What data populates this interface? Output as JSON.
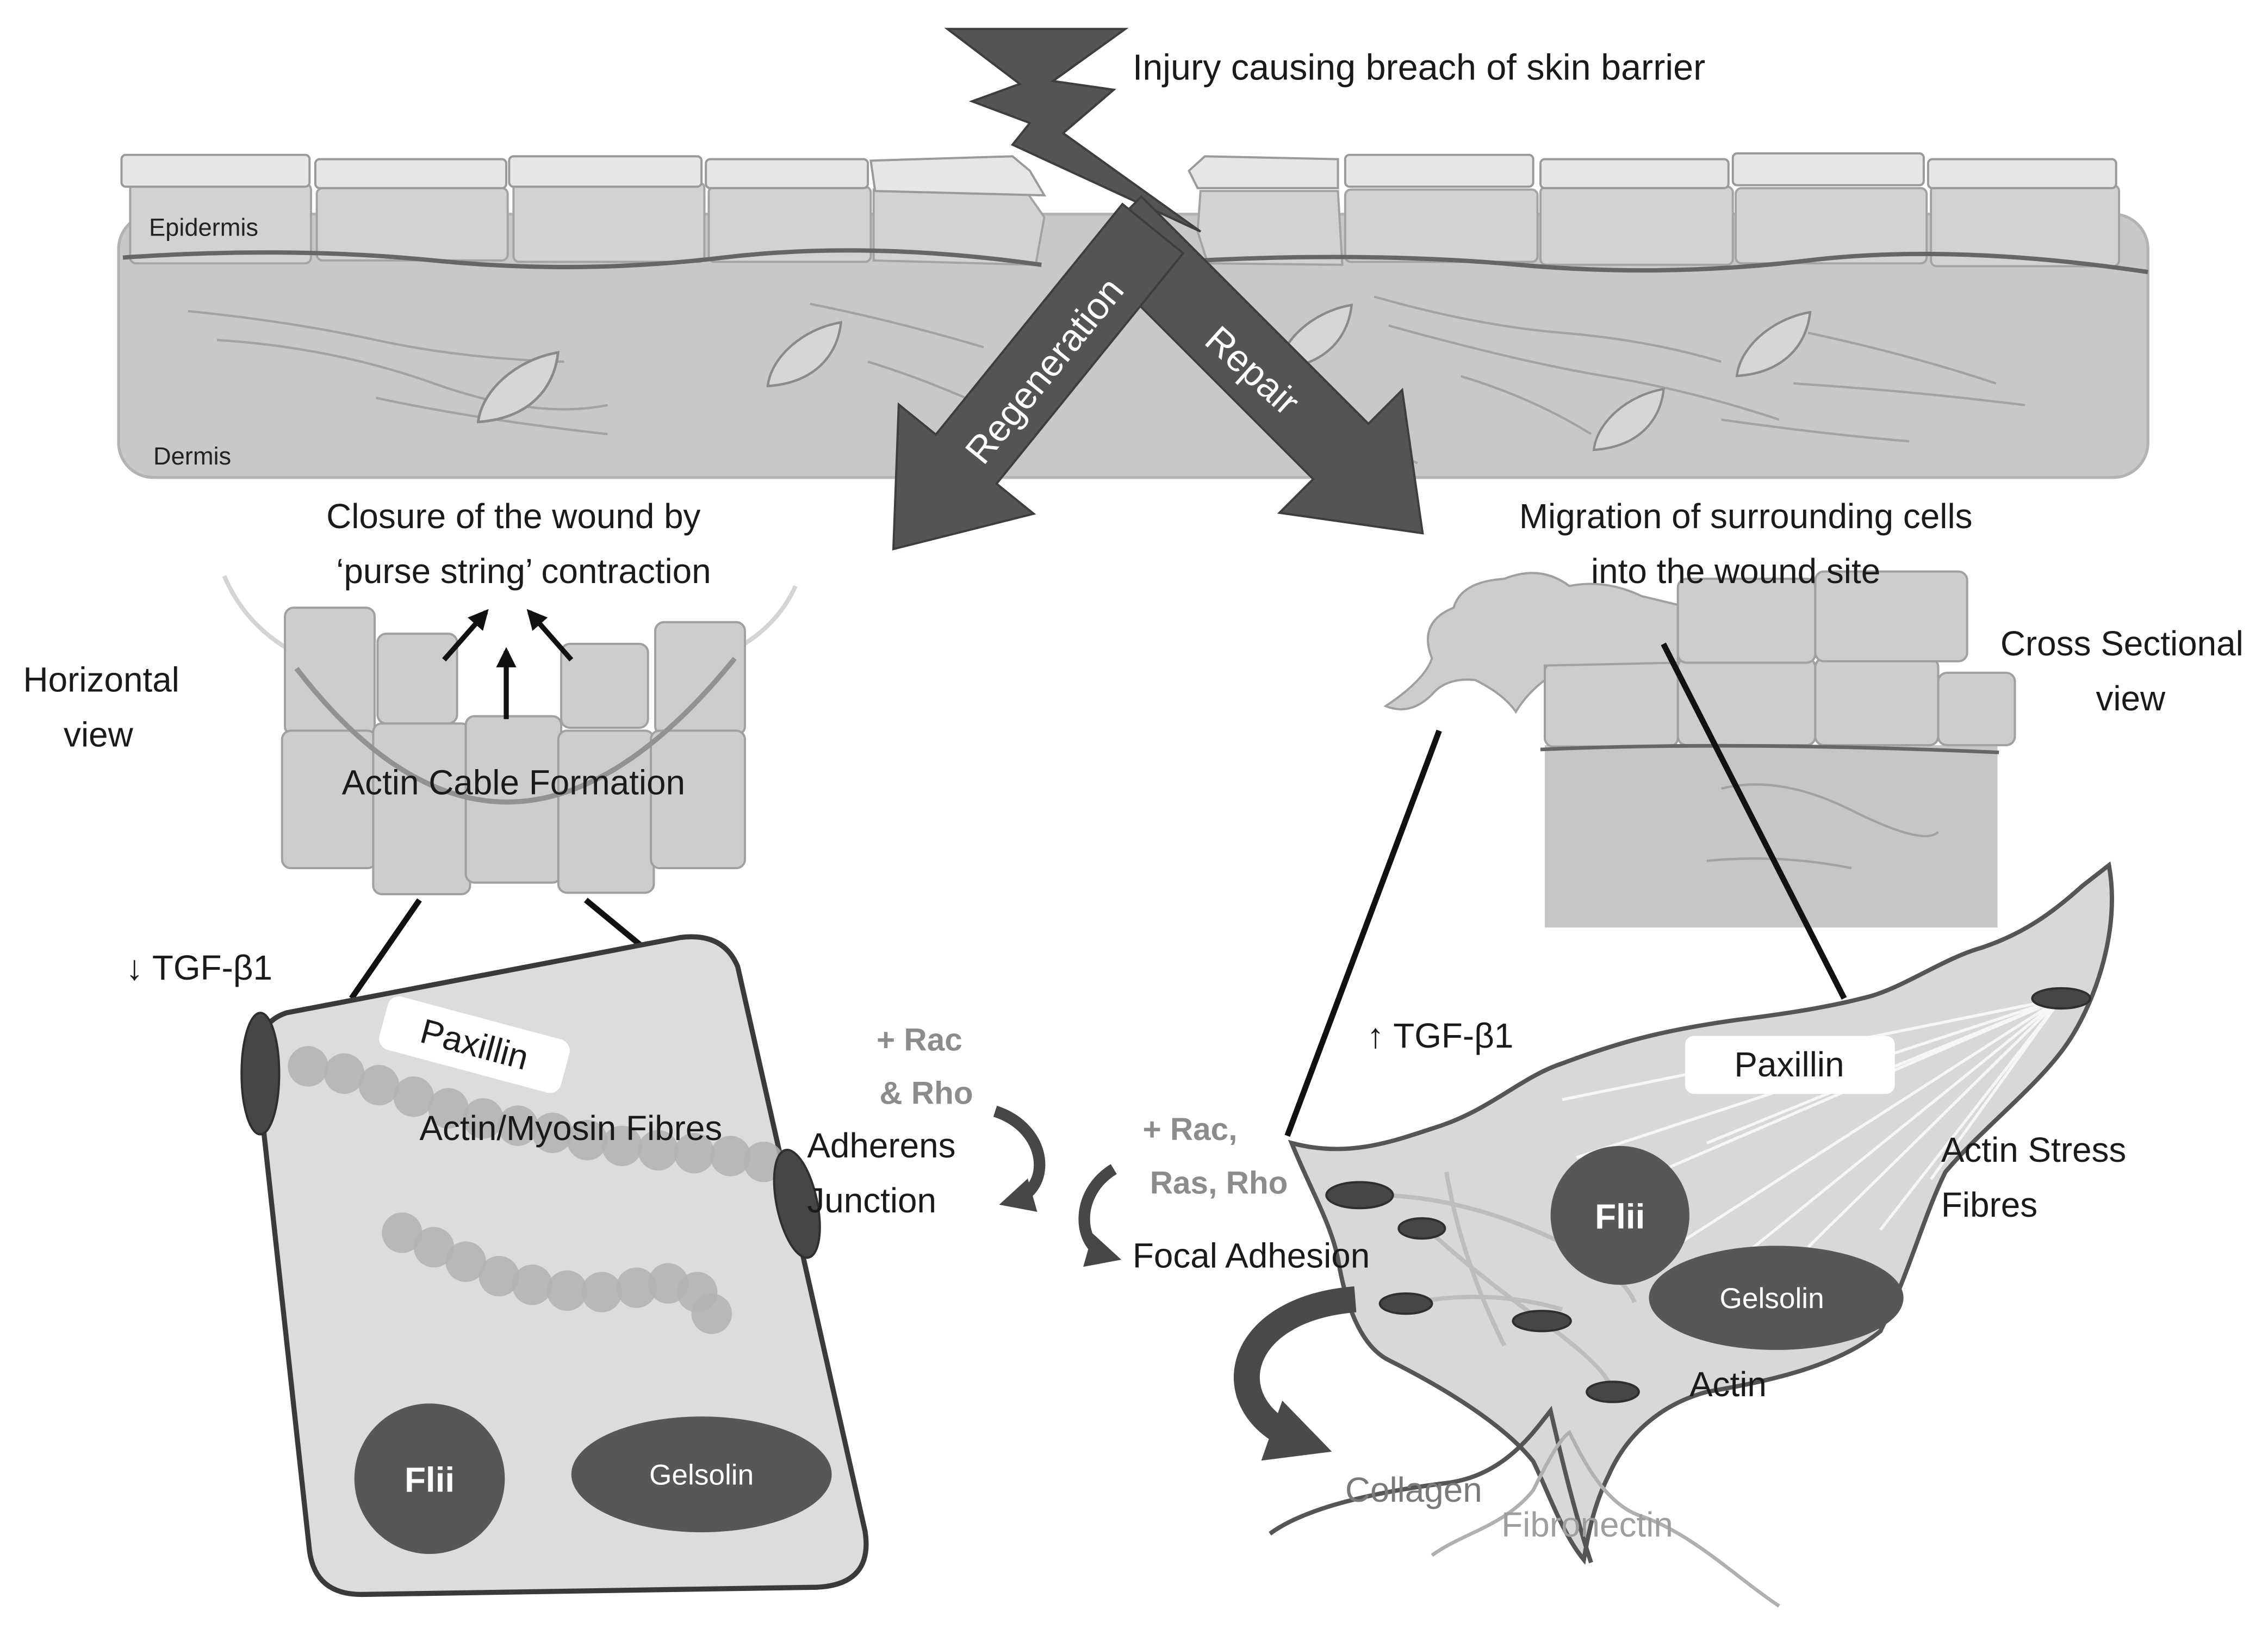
{
  "figure": {
    "injury_label": "Injury causing breach of skin barrier",
    "epidermis_label": "Epidermis",
    "dermis_label": "Dermis",
    "regeneration_label": "Regeneration",
    "repair_label": "Repair"
  },
  "regeneration": {
    "heading_line1": "Closure of the wound by",
    "heading_line2": "‘purse string’ contraction",
    "view_line1": "Horizontal",
    "view_line2": "view",
    "cable_label": "Actin Cable Formation",
    "tgf_label": "↓ TGF-β1",
    "paxillin_label": "Paxillin",
    "fibres_label": "Actin/Myosin Fibres",
    "flii_label": "Flii",
    "gelsolin_label": "Gelsolin",
    "gtpase_line1": "+ Rac",
    "gtpase_line2": "& Rho",
    "junction_line1": "Adherens",
    "junction_line2": "Junction"
  },
  "repair": {
    "heading_line1": "Migration of surrounding cells",
    "heading_line2": "into the wound site",
    "view_line1": "Cross Sectional",
    "view_line2": "view",
    "tgf_label": "↑ TGF-β1",
    "paxillin_label": "Paxillin",
    "fibres_line1": "Actin Stress",
    "fibres_line2": "Fibres",
    "gtpase_line1": "+ Rac,",
    "gtpase_line2": "Ras, Rho",
    "focal_label": "Focal Adhesion",
    "flii_label": "Flii",
    "gelsolin_label": "Gelsolin",
    "actin_label": "Actin",
    "collagen_label": "Collagen",
    "fibronectin_label": "Fibronectin"
  },
  "colors": {
    "arrow_dark": "#545454",
    "protein_dark": "#575757",
    "adhesion_dark": "#464646",
    "tissue_gray": "#c8c8c8",
    "cell_fill": "#dcdcdc",
    "gtpase_text": "#8c8c8c",
    "collagen_text": "#7a7a7a",
    "fibronectin_text": "#9e9e9e"
  }
}
